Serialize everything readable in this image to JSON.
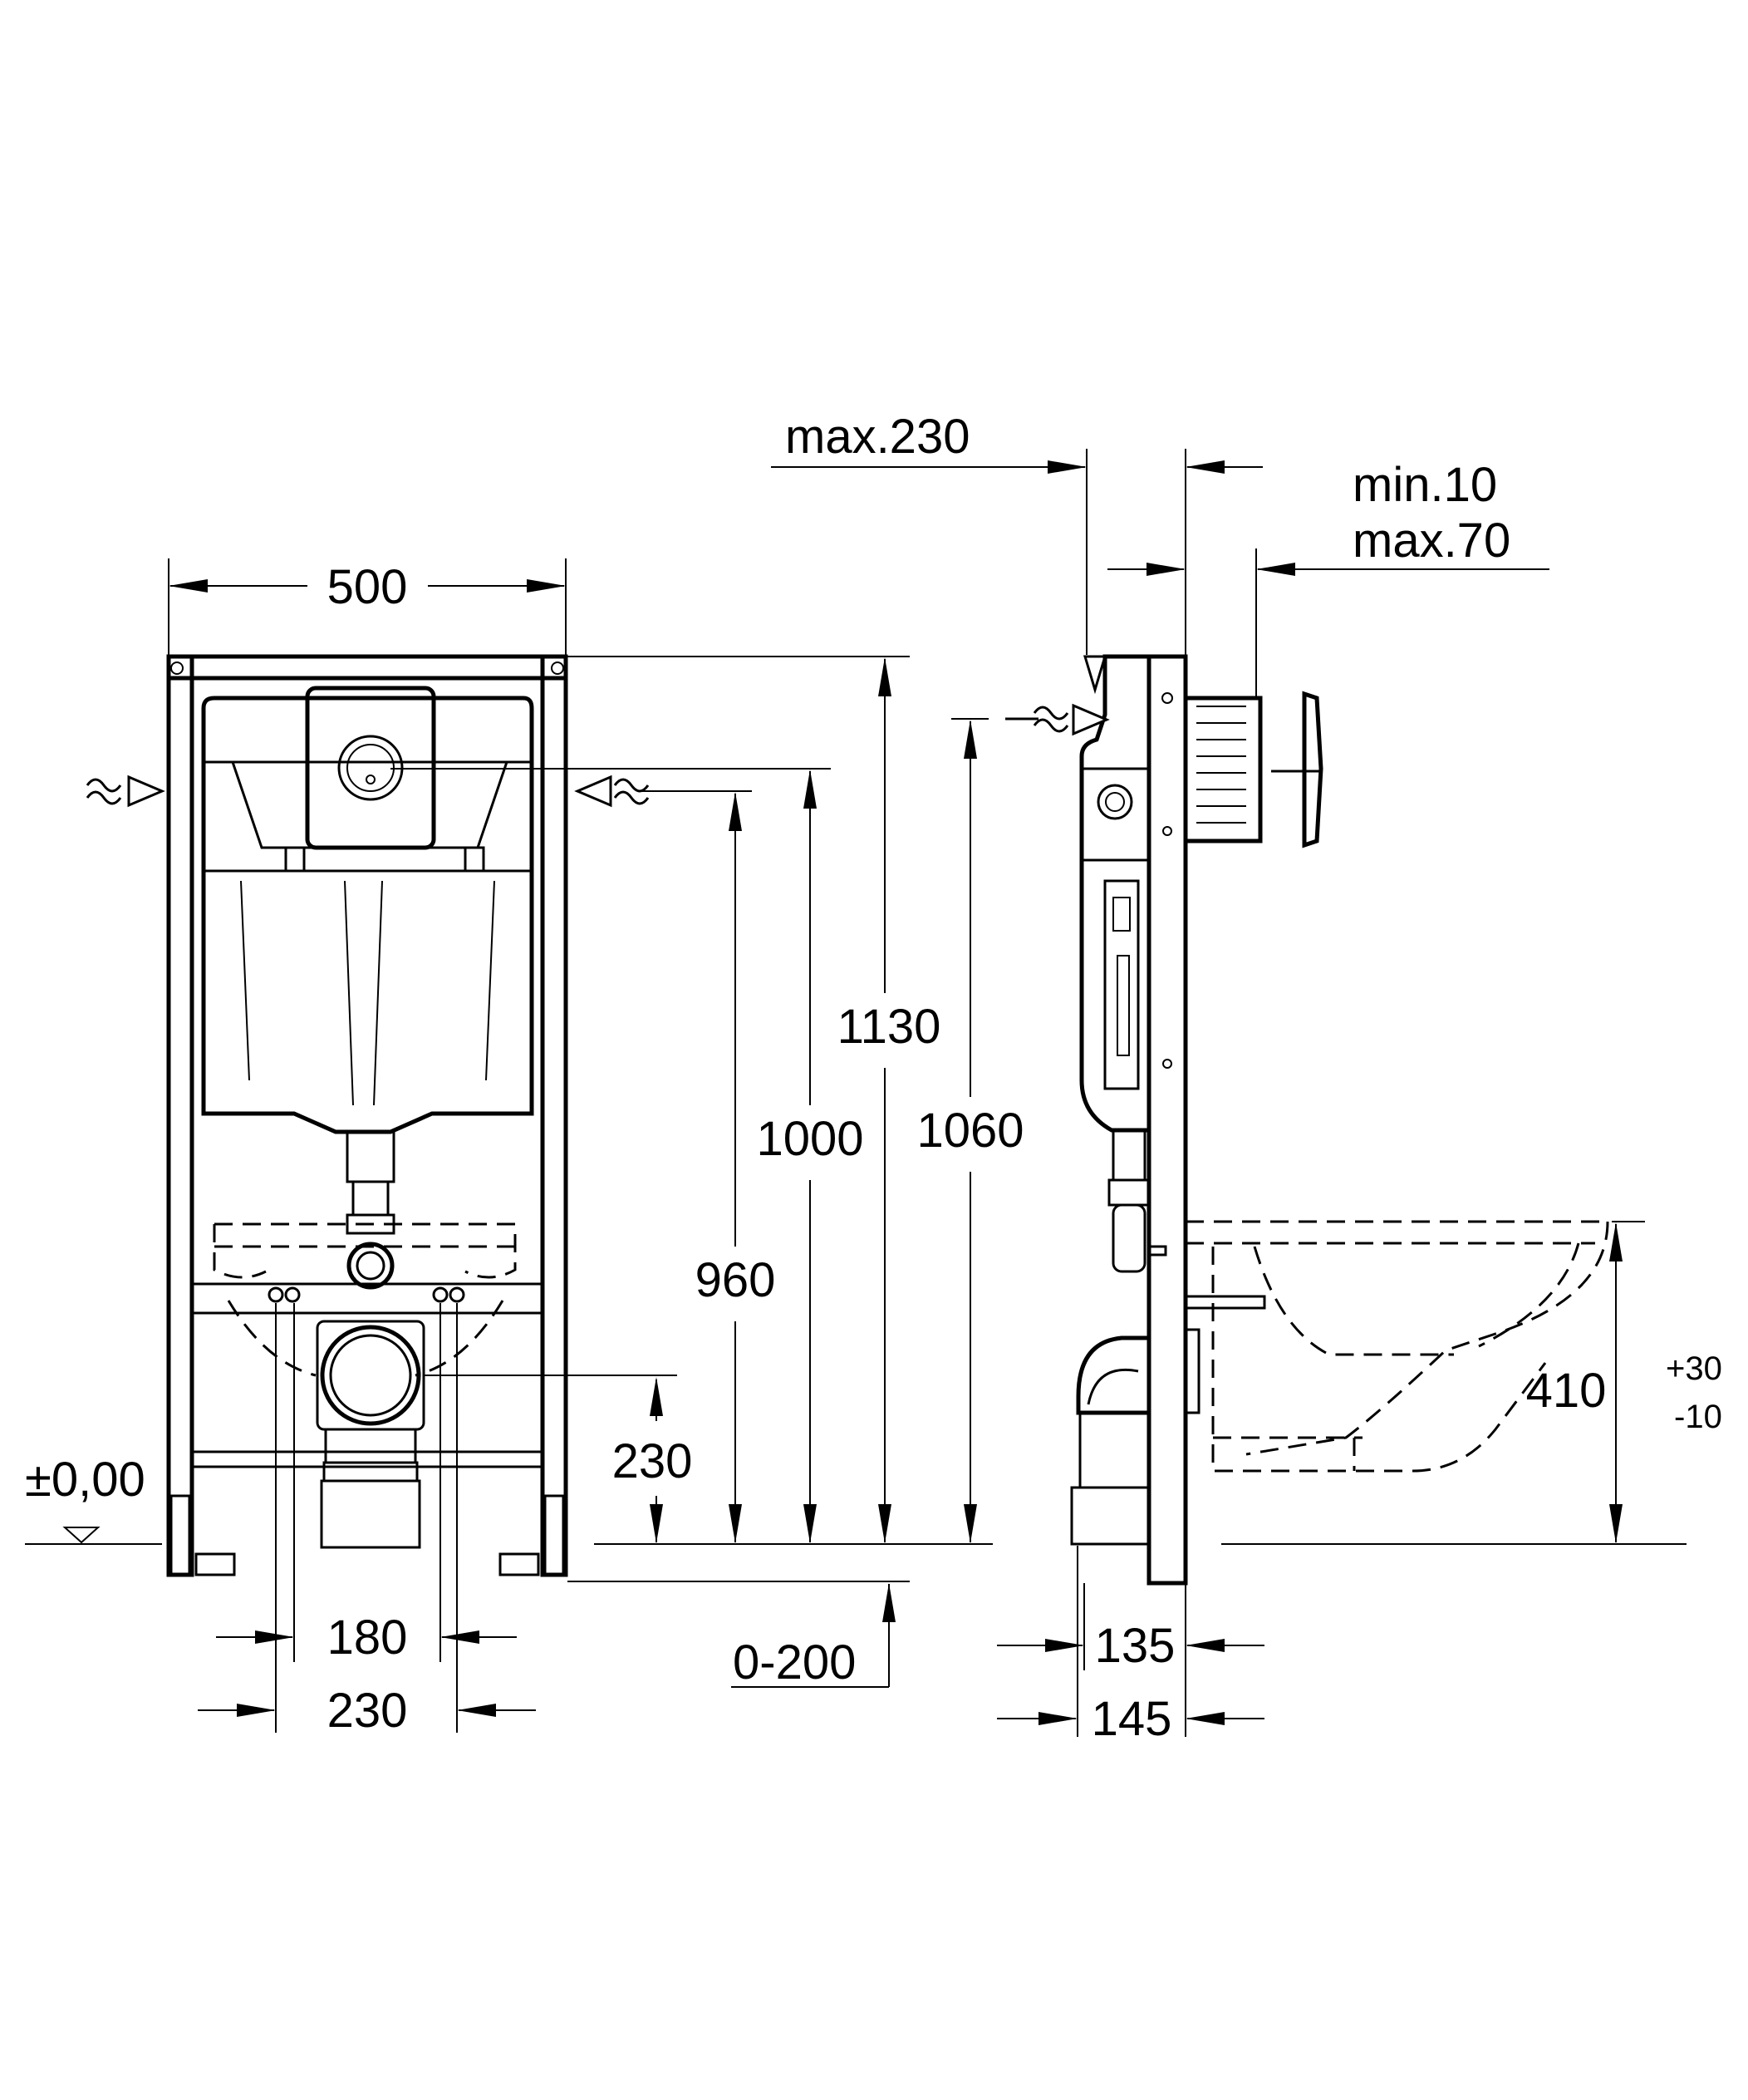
{
  "front_view": {
    "width_label": "500",
    "level_label": "±0,00",
    "outlet_height_label": "230",
    "bolt_spacing_inner_label": "180",
    "bolt_spacing_outer_label": "230",
    "supply_height_label": "960",
    "tank_height_label": "1000",
    "frame_height_label": "1130",
    "side_supply_height_label": "1060",
    "leg_adjust_label": "0-200"
  },
  "side_view": {
    "plate_offset_label": "max.230",
    "wall_thickness_min_label": "min.10",
    "wall_thickness_max_label": "max.70",
    "depth_inner_label": "135",
    "depth_outer_label": "145",
    "seat_height_label": "410",
    "seat_tolerance_plus_label": "+30",
    "seat_tolerance_minus_label": "-10"
  },
  "icons": {
    "water_supply": "water-inlet-icon",
    "floor_level": "floor-level-triangle-icon"
  },
  "colors": {
    "line": "#000000",
    "background": "#ffffff"
  }
}
